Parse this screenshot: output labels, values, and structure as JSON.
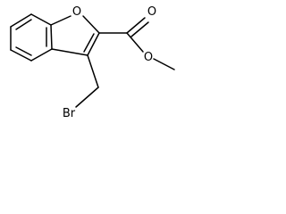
{
  "molecule": {
    "atoms": {
      "ring_oxygen": "O",
      "carbonyl_oxygen": "O",
      "ester_oxygen": "O",
      "bromine": "Br"
    },
    "colors": {
      "bond": "#000000",
      "label": "#000000",
      "background": "#ffffff"
    }
  }
}
